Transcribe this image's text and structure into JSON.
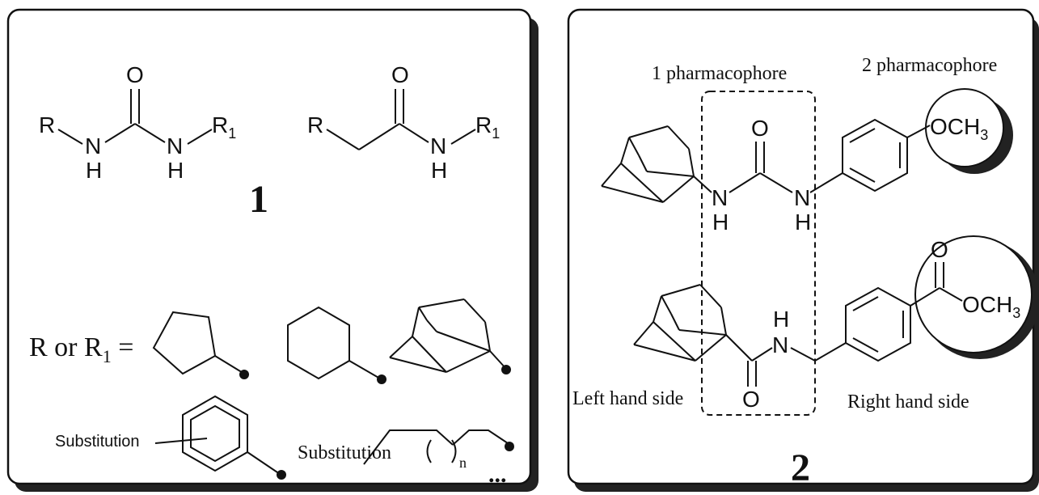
{
  "panel_left": {
    "urea": {
      "oxygen": "O",
      "r_left": "R",
      "nh_left_n": "N",
      "nh_left_h": "H",
      "nh_right_n": "N",
      "nh_right_h": "H",
      "r1_base": "R",
      "r1_sub": "1"
    },
    "amide": {
      "oxygen": "O",
      "r_left": "R",
      "nh_n": "N",
      "nh_h": "H",
      "r1_base": "R",
      "r1_sub": "1"
    },
    "compound_number": "1",
    "r_group_label": {
      "prefix": "R or R",
      "sub": "1",
      "suffix": " ="
    },
    "substitution_ring_label": "Substitution",
    "substitution_chain_label": "Substitution",
    "chain_repeat_subscript": "n",
    "ellipsis": "..."
  },
  "panel_right": {
    "pharmacophore_1_label": "1 pharmacophore",
    "pharmacophore_2_label": "2 pharmacophore",
    "urea": {
      "oxygen": "O",
      "nh_left_n": "N",
      "nh_left_h": "H",
      "nh_right_n": "N",
      "nh_right_h": "H"
    },
    "methoxy_label": "OCH",
    "methoxy_sub": "3",
    "amide": {
      "oxygen": "O",
      "nh_n": "N",
      "nh_h": "H"
    },
    "ester": {
      "carbonyl_oxygen": "O",
      "ester_label": "OCH",
      "ester_sub": "3"
    },
    "left_hand_side_label": "Left hand side",
    "right_hand_side_label": "Right hand side",
    "compound_number": "2"
  },
  "colors": {
    "ink": "#111111",
    "shadow": "#222222",
    "panel_fill": "#ffffff"
  }
}
